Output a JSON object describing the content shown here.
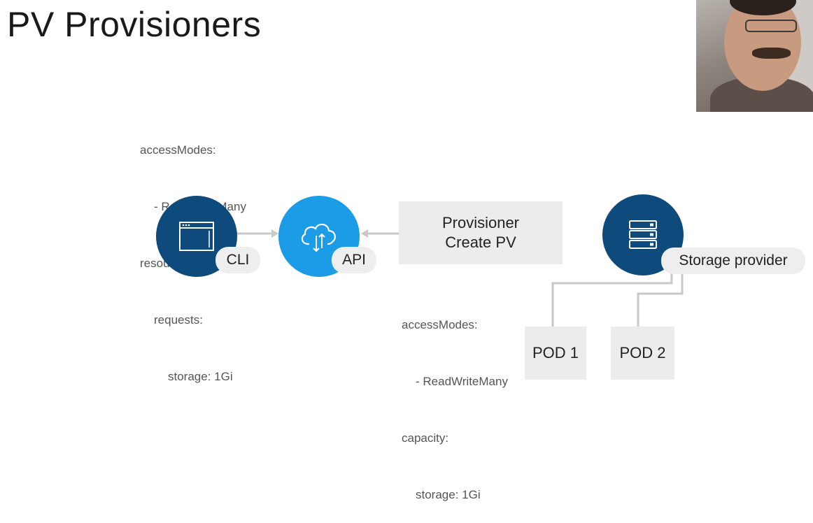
{
  "slide": {
    "title": "PV Provisioners"
  },
  "claim_spec": {
    "lines": [
      "accessModes:",
      "  - ReadWriteMany",
      "resources:",
      "  requests:",
      "    storage: 1Gi"
    ]
  },
  "pv_spec": {
    "lines": [
      "accessModes:",
      "  - ReadWriteMany",
      "capacity:",
      "  storage: 1Gi"
    ]
  },
  "nodes": {
    "cli": {
      "label": "CLI",
      "icon": "browser-window-icon"
    },
    "api": {
      "label": "API",
      "icon": "cloud-upload-icon"
    },
    "provisioner": {
      "line1": "Provisioner",
      "line2": "Create PV"
    },
    "storage": {
      "label": "Storage provider",
      "icon": "server-stack-icon"
    },
    "pod1": {
      "label": "POD 1"
    },
    "pod2": {
      "label": "POD 2"
    }
  },
  "colors": {
    "dark_blue": "#0e4a7c",
    "light_blue": "#1c9be6",
    "box_gray": "#ececec",
    "line_gray": "#c8c8c8"
  }
}
